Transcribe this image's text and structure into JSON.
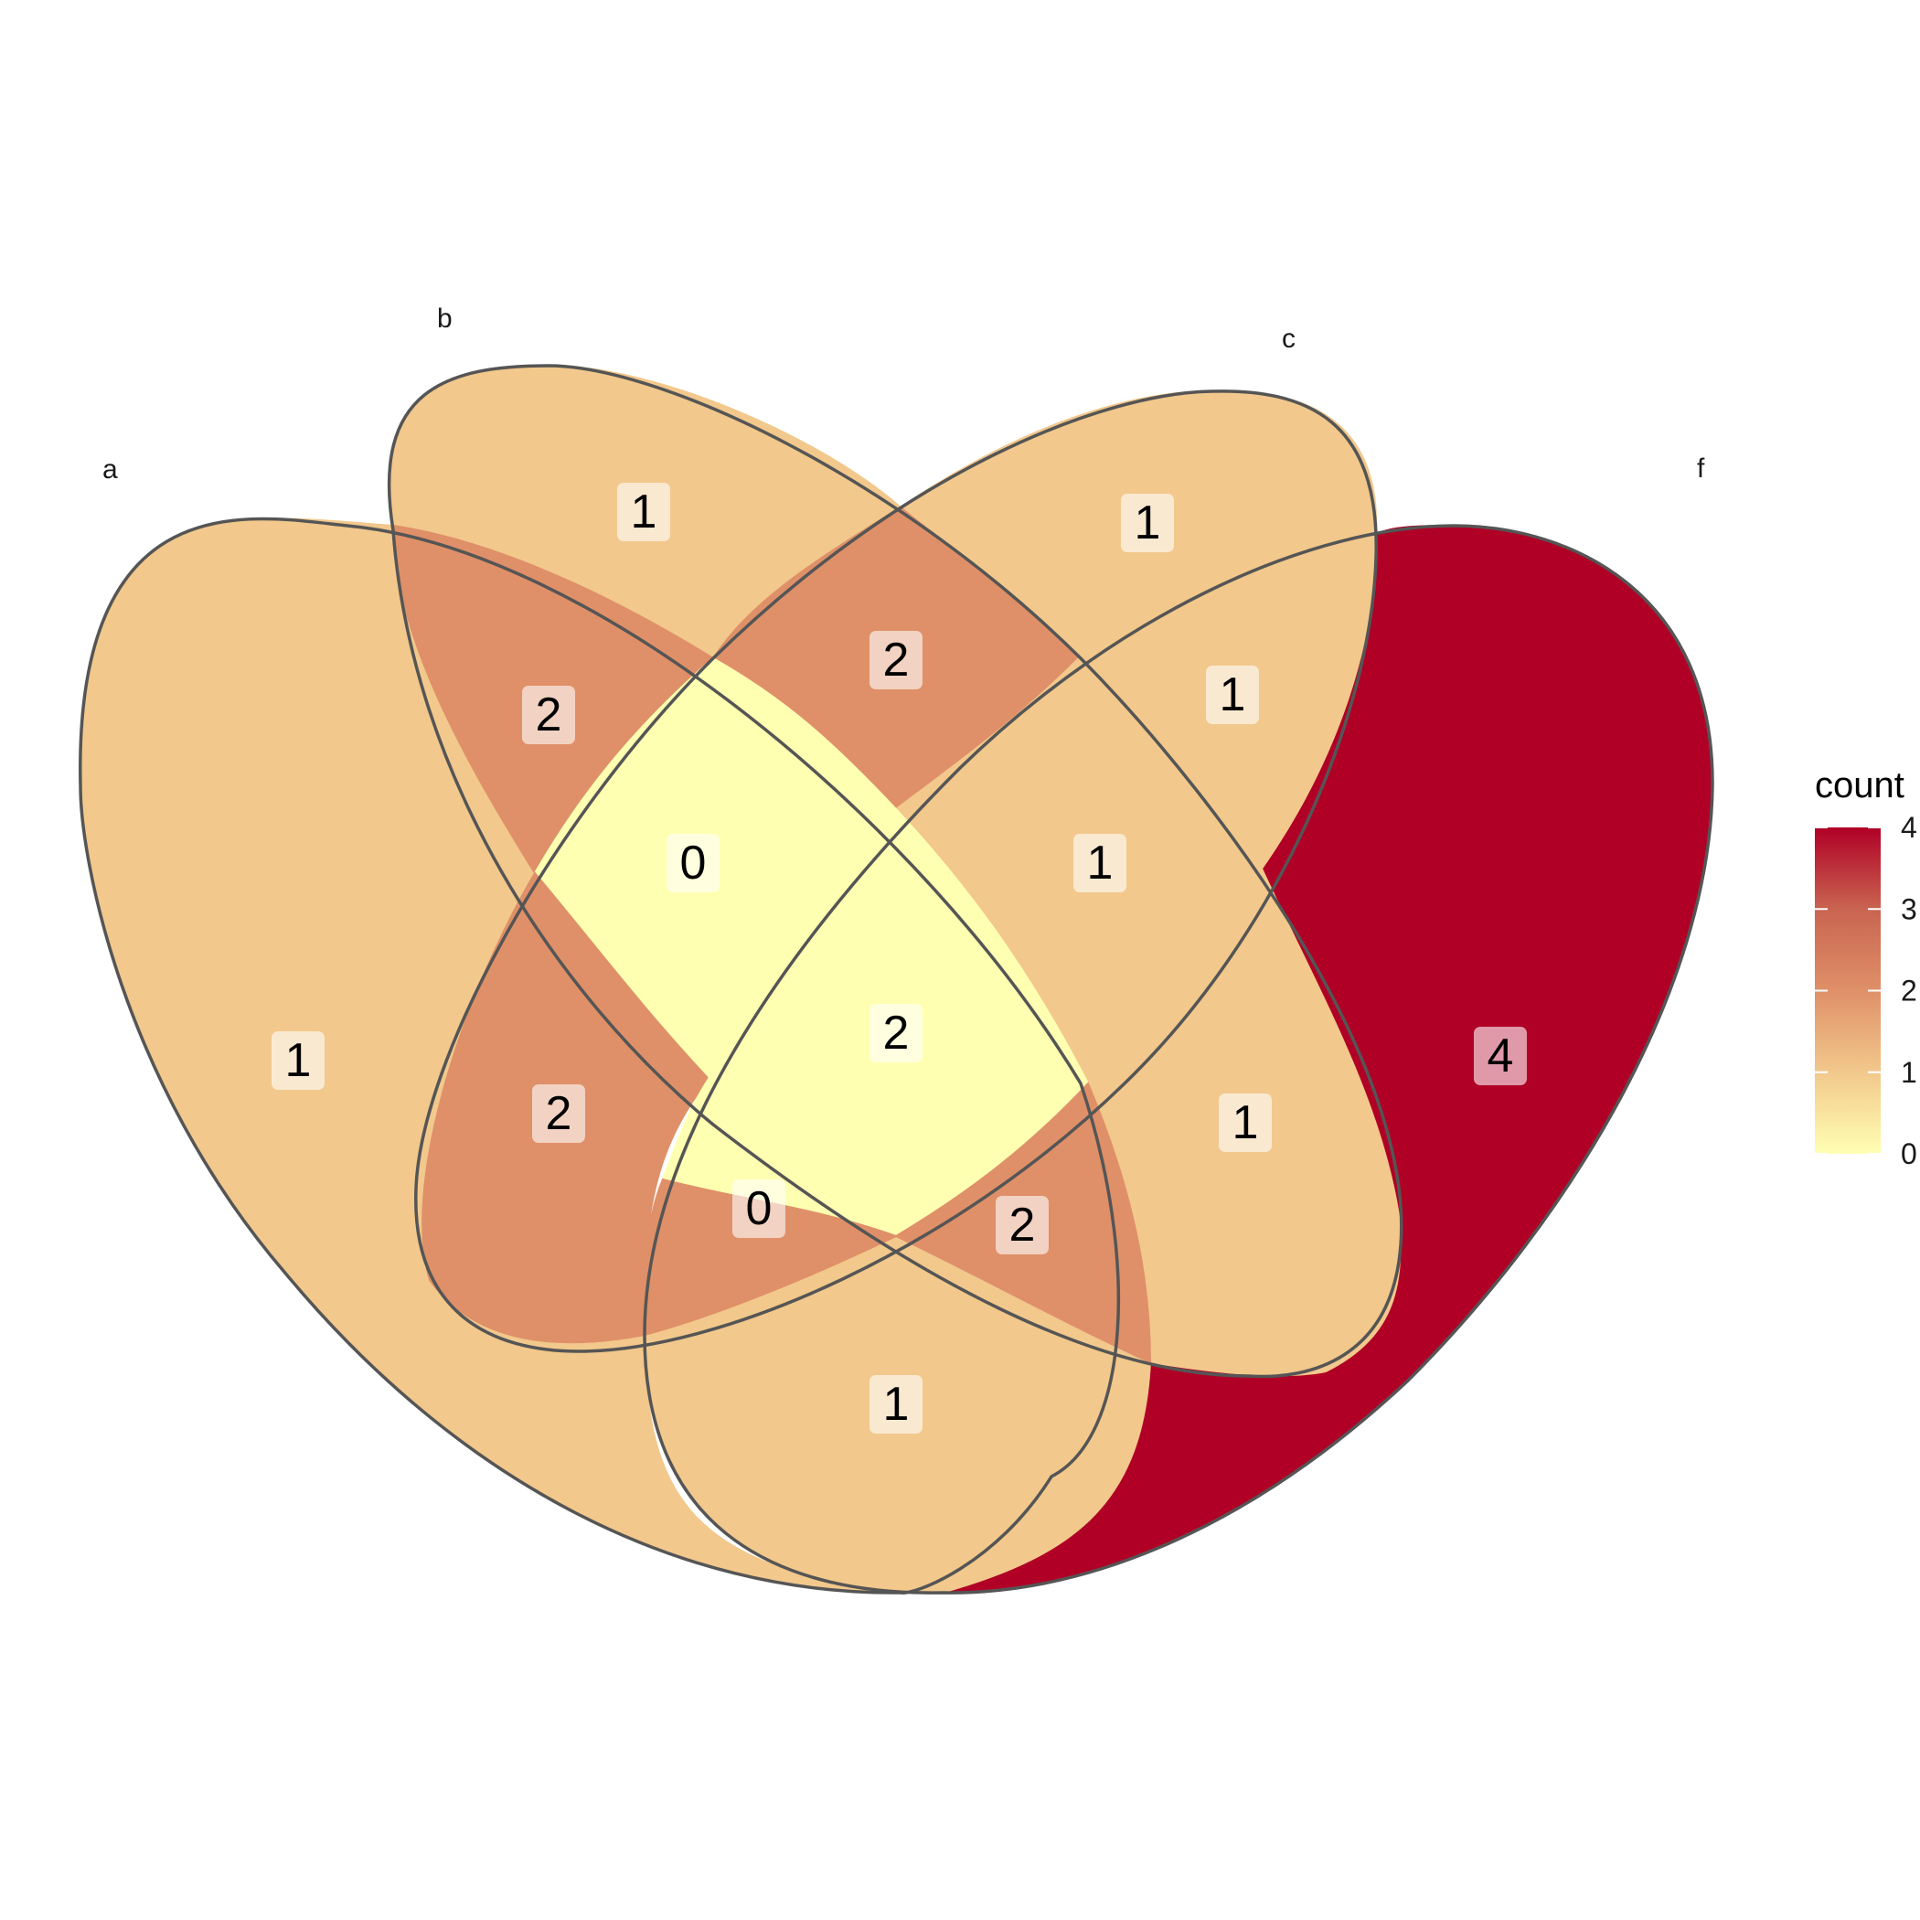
{
  "chart_data": {
    "type": "venn",
    "sets": [
      "a",
      "b",
      "c",
      "f"
    ],
    "regions": [
      {
        "sets": [
          "a"
        ],
        "count": 1
      },
      {
        "sets": [
          "b"
        ],
        "count": 1
      },
      {
        "sets": [
          "c"
        ],
        "count": 1
      },
      {
        "sets": [
          "f"
        ],
        "count": 4
      },
      {
        "sets": [
          "a",
          "b"
        ],
        "count": 2
      },
      {
        "sets": [
          "b",
          "c"
        ],
        "count": 2
      },
      {
        "sets": [
          "c",
          "f"
        ],
        "count": 1
      },
      {
        "sets": [
          "a",
          "c"
        ],
        "count": 0
      },
      {
        "sets": [
          "b",
          "f"
        ],
        "count": 1
      },
      {
        "sets": [
          "a",
          "f"
        ],
        "count": 1
      },
      {
        "sets": [
          "a",
          "b",
          "c"
        ],
        "count": 2
      },
      {
        "sets": [
          "b",
          "c",
          "f"
        ],
        "count": 1
      },
      {
        "sets": [
          "a",
          "c",
          "f"
        ],
        "count": 0
      },
      {
        "sets": [
          "a",
          "b",
          "f"
        ],
        "count": 2
      },
      {
        "sets": [
          "a",
          "b",
          "c",
          "f"
        ],
        "count": 2
      }
    ],
    "legend": {
      "title": "count",
      "ticks": [
        "0",
        "1",
        "2",
        "3",
        "4"
      ],
      "range": [
        0,
        4
      ],
      "colors": [
        "#ffffb2",
        "#f2c88c",
        "#df9068",
        "#c96451",
        "#b00026"
      ]
    }
  }
}
